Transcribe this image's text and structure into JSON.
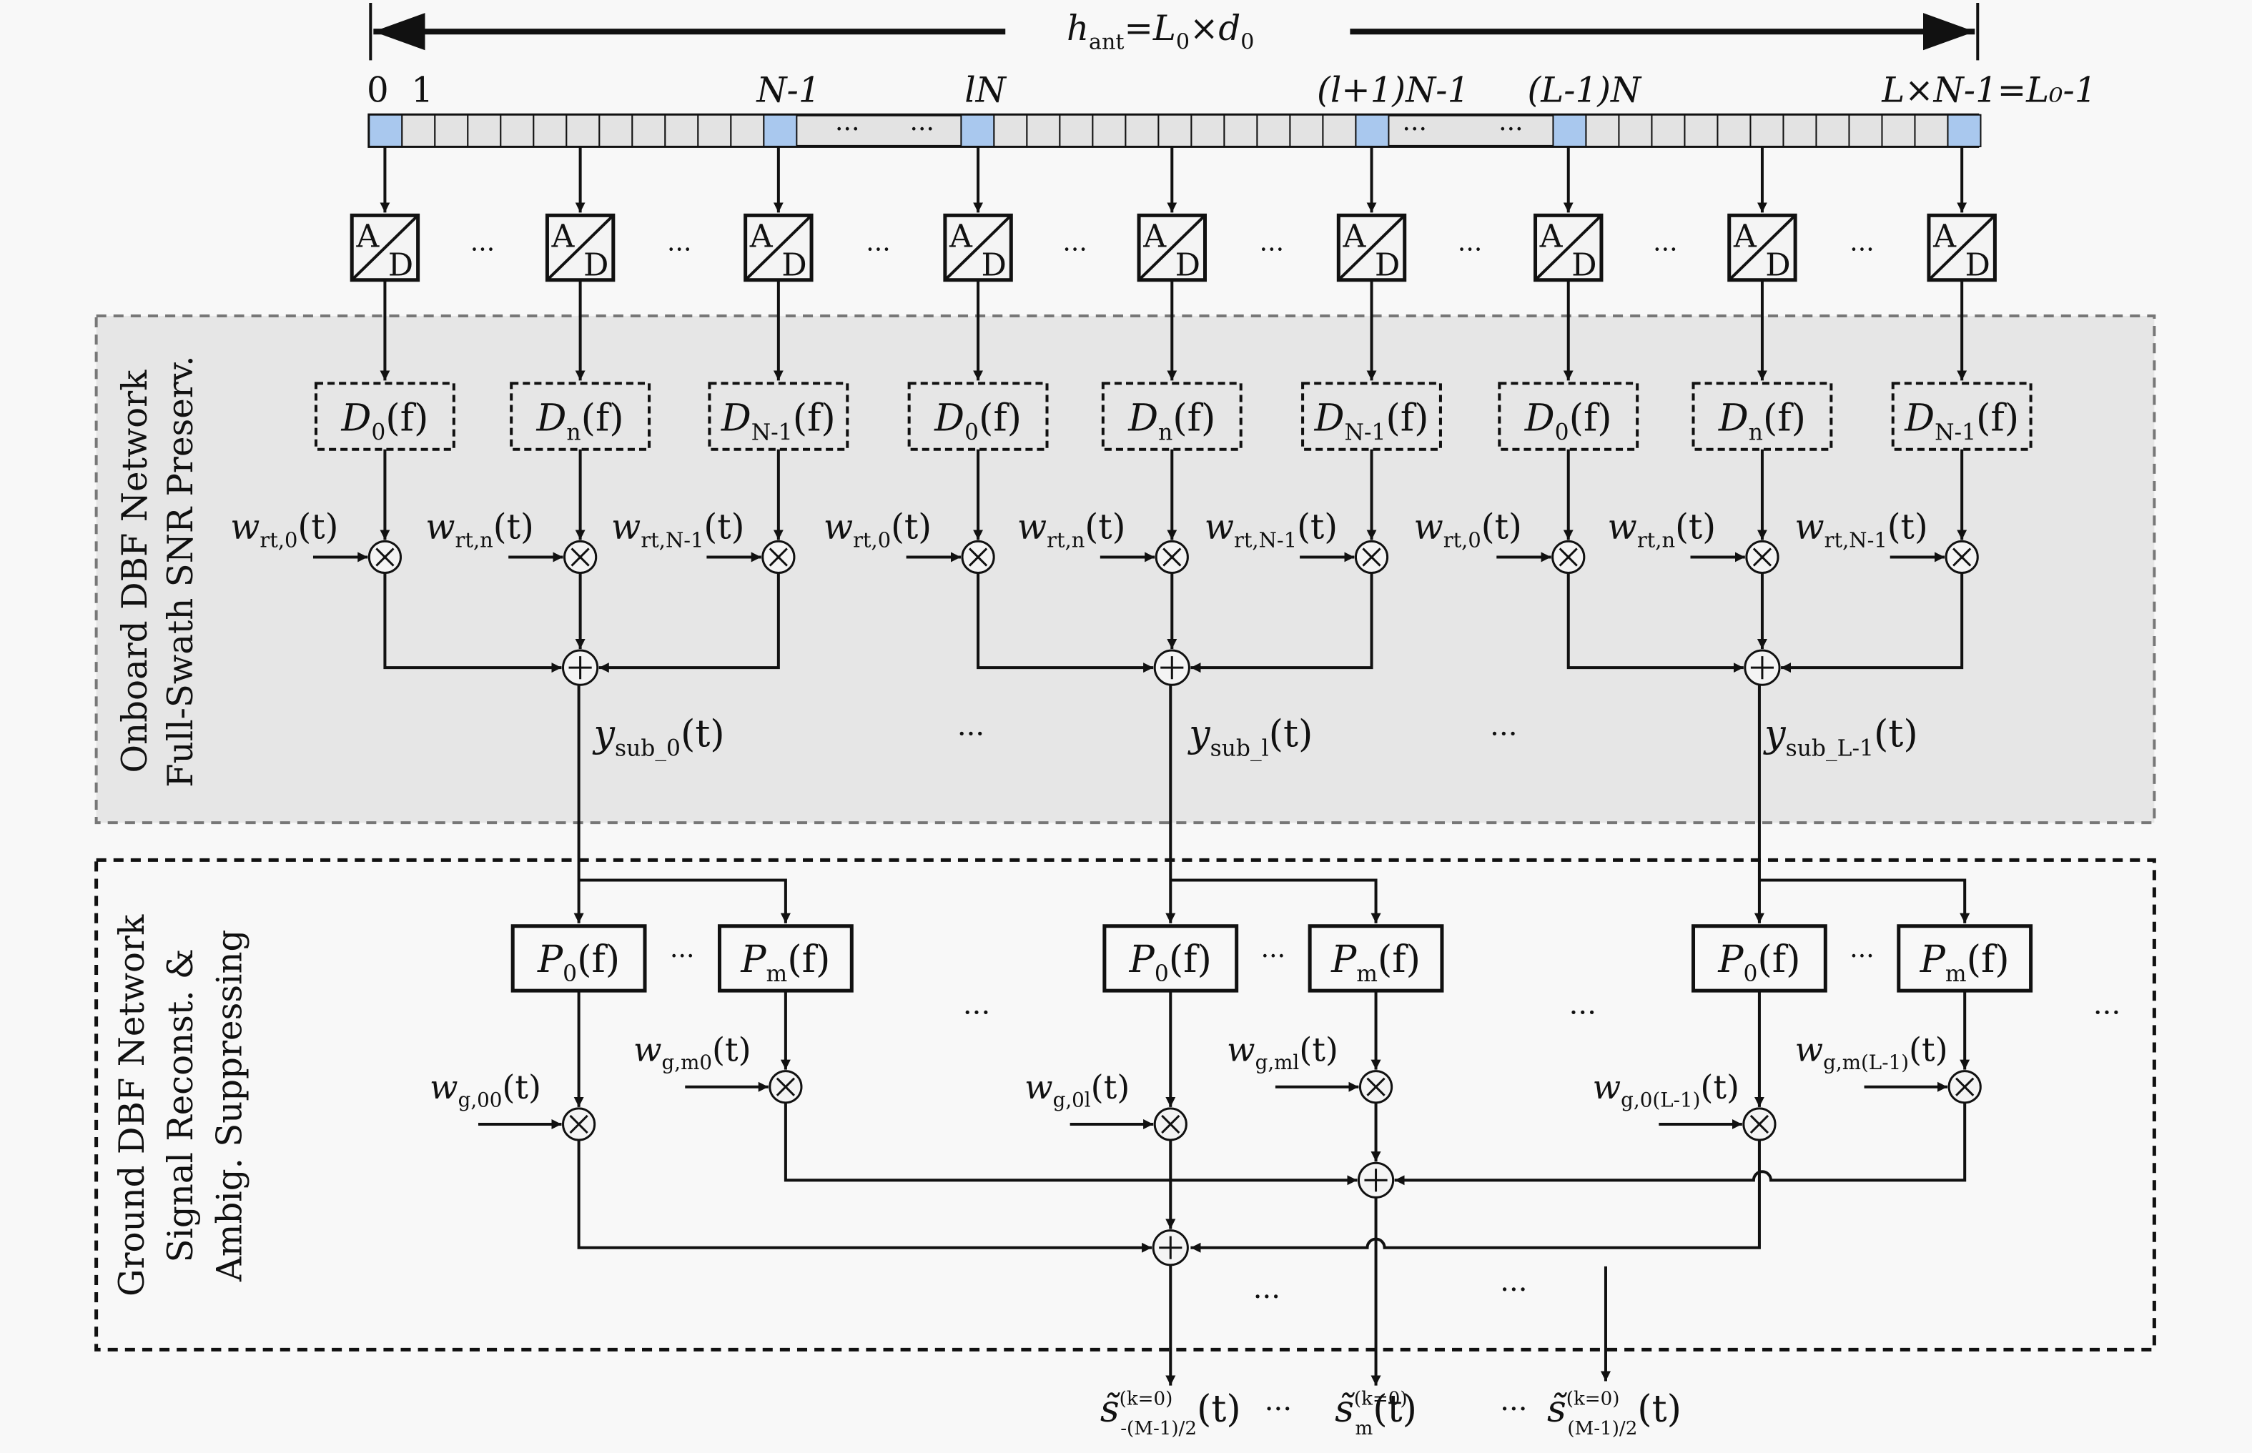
{
  "aperture_label": {
    "main": "h",
    "sub": "ant",
    "rest": "=L",
    "sub2": "0",
    "rest2": "×d",
    "sub3": "0"
  },
  "element_indices": [
    "0",
    "1",
    "N-1",
    "lN",
    "(l+1)N-1",
    "(L-1)N",
    "L×N-1=L₀-1"
  ],
  "adc_label": {
    "top": "A",
    "bottom": "D"
  },
  "onboard_title": [
    "Onboard DBF Network",
    "Full-Swath SNR Preserv."
  ],
  "ground_title": [
    "Ground DBF Network",
    "Signal Reconst. &",
    "Ambig. Suppressing"
  ],
  "ellipsis": "···",
  "filters_d": [
    {
      "main": "D",
      "sub": "0",
      "arg": "(f)"
    },
    {
      "main": "D",
      "sub": "n",
      "arg": "(f)"
    },
    {
      "main": "D",
      "sub": "N-1",
      "arg": "(f)"
    }
  ],
  "weights_rt": [
    {
      "main": "w",
      "sub": "rt,0",
      "arg": "(t)"
    },
    {
      "main": "w",
      "sub": "rt,n",
      "arg": "(t)"
    },
    {
      "main": "w",
      "sub": "rt,N-1",
      "arg": "(t)"
    }
  ],
  "subarray_outputs": [
    {
      "main": "y",
      "sub": "sub_0",
      "arg": "(t)"
    },
    {
      "main": "y",
      "sub": "sub_l",
      "arg": "(t)"
    },
    {
      "main": "y",
      "sub": "sub_L-1",
      "arg": "(t)"
    }
  ],
  "filters_p": [
    {
      "main": "P",
      "sub": "0",
      "arg": "(f)"
    },
    {
      "main": "P",
      "sub": "m",
      "arg": "(f)"
    }
  ],
  "weights_g": [
    {
      "main": "w",
      "sub": "g,00",
      "arg": "(t)"
    },
    {
      "main": "w",
      "sub": "g,m0",
      "arg": "(t)"
    },
    {
      "main": "w",
      "sub": "g,0l",
      "arg": "(t)"
    },
    {
      "main": "w",
      "sub": "g,ml",
      "arg": "(t)"
    },
    {
      "main": "w",
      "sub": "g,0(L-1)",
      "arg": "(t)"
    },
    {
      "main": "w",
      "sub": "g,m(L-1)",
      "arg": "(t)"
    }
  ],
  "outputs": [
    {
      "main": "s̃",
      "sup": "(k=0)",
      "sub": "-(M-1)/2",
      "arg": "(t)"
    },
    {
      "main": "s̃",
      "sup": "(k=0)",
      "sub": "m",
      "arg": "(t)"
    },
    {
      "main": "s̃",
      "sup": "(k=0)",
      "sub": "(M-1)/2",
      "arg": "(t)"
    }
  ],
  "colors": {
    "highlight_cell": "#a9c8ee",
    "cell": "#e3e3e3",
    "onboard_bg": "#e6e6e6",
    "line": "#111111"
  }
}
